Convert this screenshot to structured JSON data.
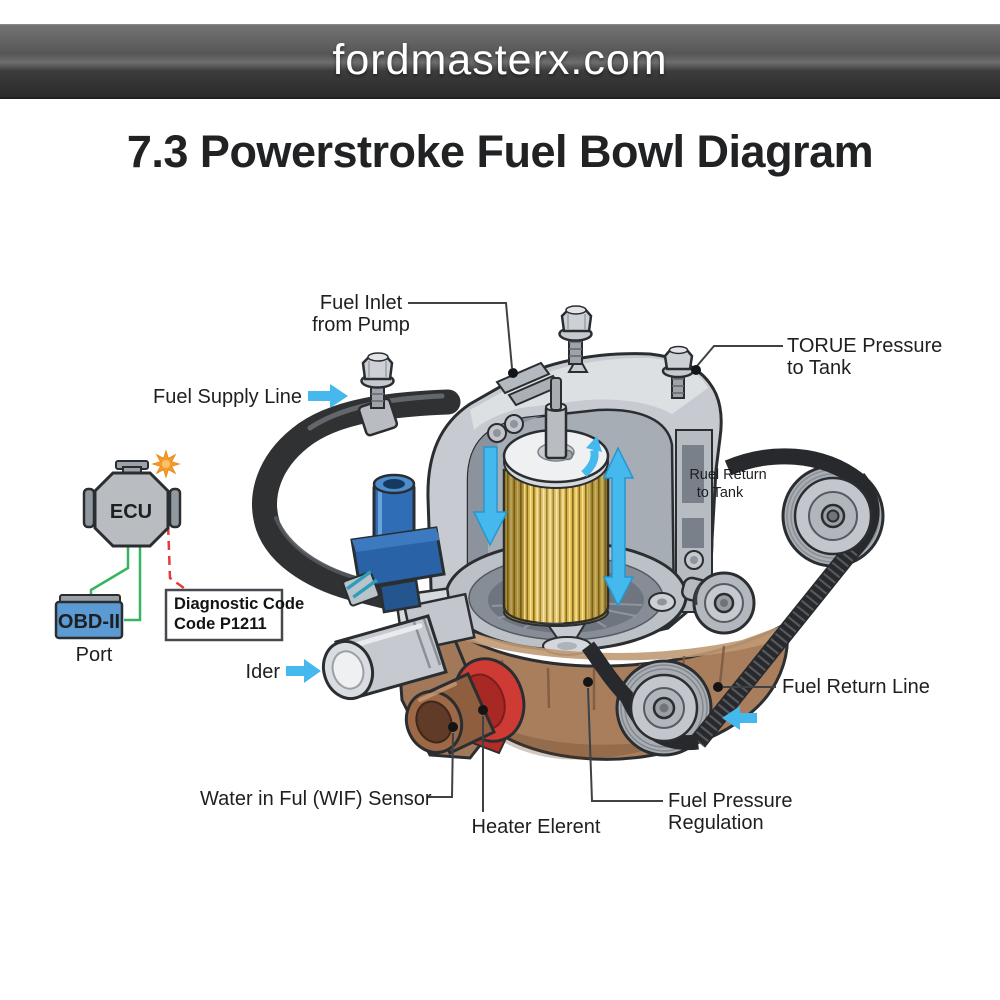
{
  "header": {
    "site_name": "fordmasterx.com"
  },
  "title": "7.3 Powerstroke Fuel Bowl Diagram",
  "callouts": {
    "fuel_inlet": {
      "line1": "Fuel Inlet",
      "line2": "from Pump"
    },
    "torque_pressure": {
      "line1": "TORUE Pressure",
      "line2": "to Tank"
    },
    "fuel_supply": {
      "label": "Fuel Supply Line"
    },
    "fuel_return_tank": {
      "line1": "Ruel Return",
      "line2": "to Tank"
    },
    "idler": {
      "label": "Ider"
    },
    "fuel_return_line": {
      "label": "Fuel Return Line"
    },
    "wif_sensor": {
      "label": "Water in Ful (WIF) Sensor"
    },
    "heater_element": {
      "label": "Heater Elerent"
    },
    "fuel_pressure": {
      "line1": "Fuel Pressure",
      "line2": "Regulation"
    }
  },
  "ecu_cluster": {
    "ecu_label": "ECU",
    "obd_label": "OBD-II",
    "port_label": "Port",
    "diagnostic_box": {
      "line1": "Diagnostic Code",
      "line2": "Code P1211"
    }
  },
  "colors": {
    "accent_cyan": "#45b8ee",
    "filter_gold": "#ddba4e",
    "bowl_brown": "#a97e5d",
    "heater_red": "#ce3a34",
    "fitting_blue": "#2f6db6",
    "wire_green": "#35b55f",
    "alert_red": "#e23b3b",
    "warning_orange": "#f59d2c",
    "header_bar": "#4a4a4a",
    "outline": "#2b2e31"
  }
}
